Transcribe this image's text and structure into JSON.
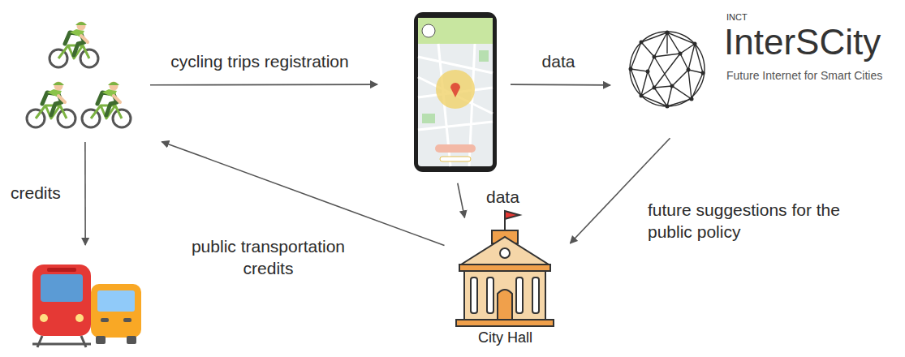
{
  "diagram": {
    "nodes": [
      {
        "text": []
      },
      {
        "text": []
      },
      {
        "text": [
          "INCT",
          "InterSCity",
          "Future Internet for Smart Cities"
        ]
      },
      {
        "text": []
      },
      {
        "text": [
          "City Hall"
        ]
      }
    ],
    "edges": [
      {
        "from": 0,
        "to": 1,
        "label": "cycling trips registration",
        "arrow": "to"
      },
      {
        "from": 1,
        "to": 2,
        "label": "data",
        "arrow": "to"
      },
      {
        "from": 1,
        "to": 4,
        "label": "data",
        "arrow": "to"
      },
      {
        "from": 2,
        "to": 4,
        "label": "future suggestions for the public policy",
        "arrow": "to"
      },
      {
        "from": 4,
        "to": 0,
        "label": "public transportation credits",
        "arrow": "to"
      },
      {
        "from": 0,
        "to": 3,
        "label": "credits",
        "arrow": "to"
      }
    ]
  }
}
